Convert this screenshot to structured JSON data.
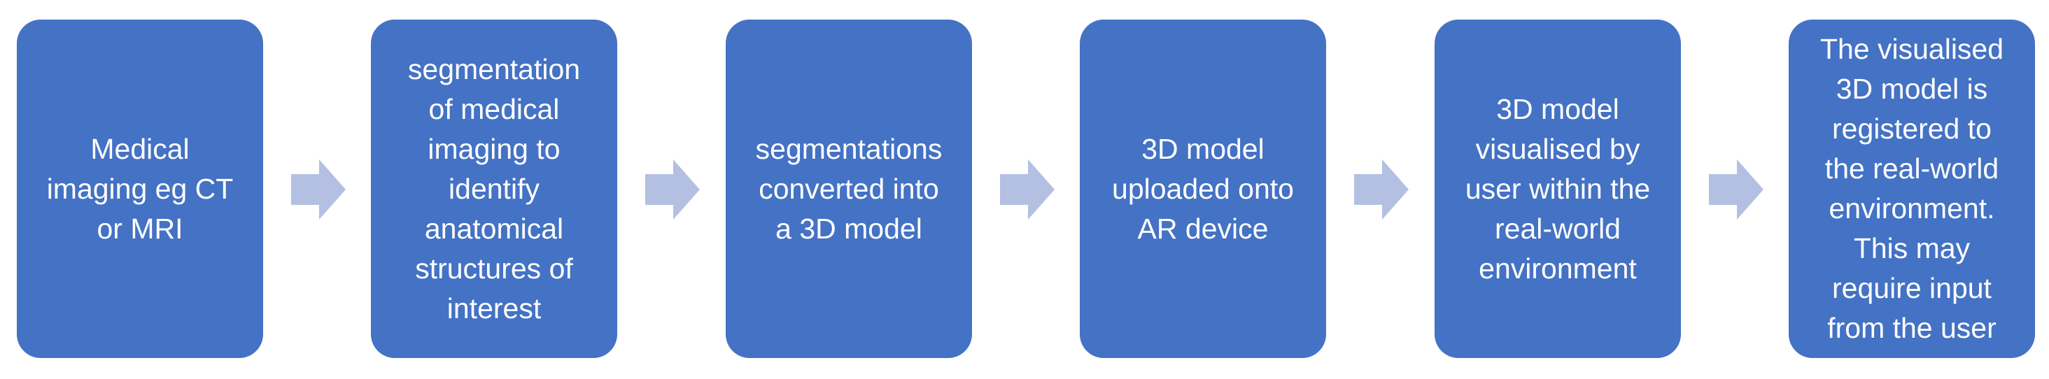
{
  "colors": {
    "box_fill": "#4472c4",
    "box_text": "#ffffff",
    "arrow_fill": "#b4c0e2"
  },
  "steps": [
    {
      "text": "Medical\nimaging eg CT\nor MRI"
    },
    {
      "text": "segmentation\nof medical\nimaging to\nidentify\nanatomical\nstructures of\ninterest"
    },
    {
      "text": "segmentations\nconverted into\na 3D model"
    },
    {
      "text": "3D model\nuploaded onto\nAR device"
    },
    {
      "text": "3D model\nvisualised by\nuser within the\nreal-world\nenvironment"
    },
    {
      "text": "The visualised\n3D model is\nregistered to\nthe real-world\nenvironment.\nThis may\nrequire input\nfrom the user"
    }
  ],
  "arrows": [
    {
      "icon": "right-arrow-icon"
    },
    {
      "icon": "right-arrow-icon"
    },
    {
      "icon": "right-arrow-icon"
    },
    {
      "icon": "right-arrow-icon"
    },
    {
      "icon": "right-arrow-icon"
    }
  ]
}
